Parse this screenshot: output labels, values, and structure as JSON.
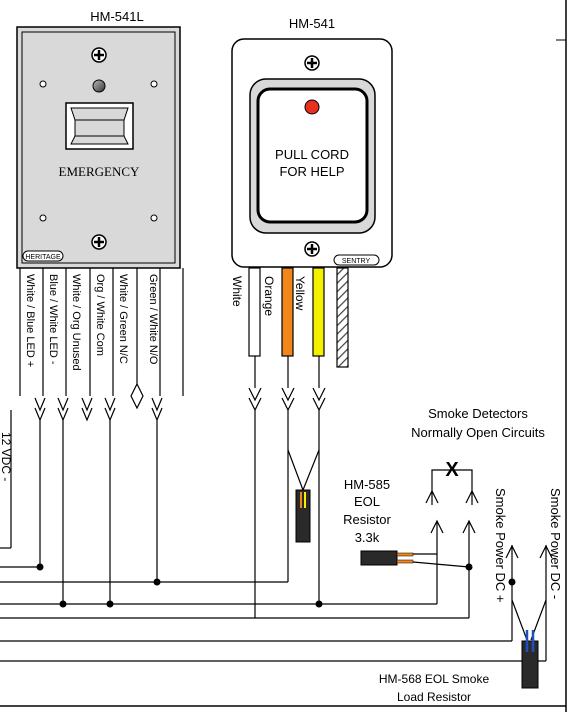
{
  "devices": {
    "hm541l": {
      "title": "HM-541L",
      "panel_text": "EMERGENCY",
      "badge": "HERITAGE"
    },
    "hm541": {
      "title": "HM-541",
      "button_text_line1": "PULL CORD",
      "button_text_line2": "FOR HELP",
      "badge": "SENTRY"
    }
  },
  "wires_541l": [
    "White / Blue LED +",
    "Blue / White LED -",
    "White / Org Unused",
    "Org / White Com",
    "White / Green N/C",
    "Green / White N/O"
  ],
  "wires_541": [
    "White",
    "Orange",
    "Yellow"
  ],
  "left_label": "12 VDC -",
  "smoke": {
    "title_line1": "Smoke Detectors",
    "title_line2": "Normally Open Circuits",
    "x_mark": "X",
    "power_plus": "Smoke Power DC +",
    "power_minus": "Smoke Power DC -"
  },
  "hm585": {
    "line1": "HM-585",
    "line2": "EOL",
    "line3": "Resistor",
    "line4": "3.3k"
  },
  "hm568": {
    "line1": "HM-568 EOL Smoke",
    "line2": "Load Resistor"
  },
  "colors": {
    "orange_wire": "#f0861c",
    "yellow_wire": "#f4f000",
    "panel_gray": "#d9d9d9",
    "led_red": "#e83020",
    "resistor_dark": "#2a2a2a"
  }
}
